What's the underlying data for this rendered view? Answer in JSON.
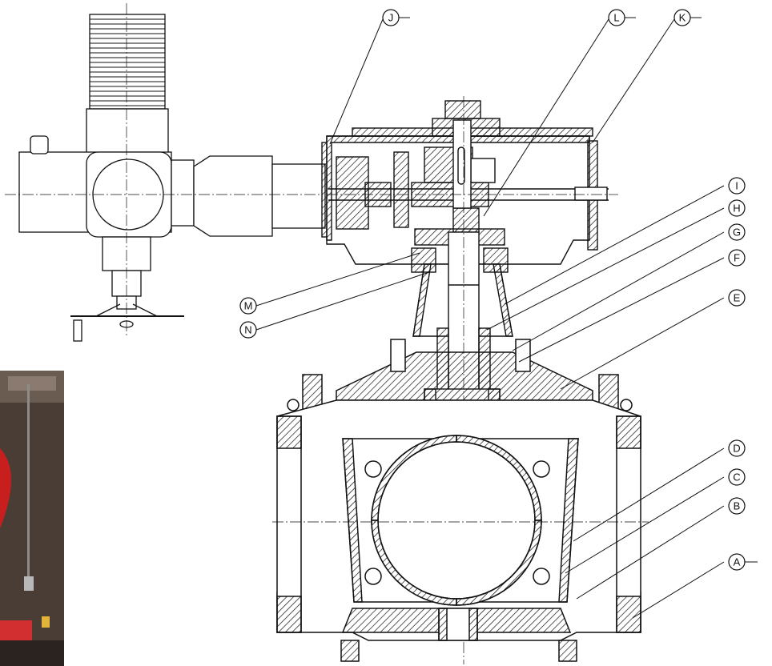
{
  "diagram": {
    "callouts": [
      {
        "id": "A",
        "text": "A"
      },
      {
        "id": "B",
        "text": "B"
      },
      {
        "id": "C",
        "text": "C"
      },
      {
        "id": "D",
        "text": "D"
      },
      {
        "id": "E",
        "text": "E"
      },
      {
        "id": "F",
        "text": "F"
      },
      {
        "id": "G",
        "text": "G"
      },
      {
        "id": "H",
        "text": "H"
      },
      {
        "id": "I",
        "text": "I"
      },
      {
        "id": "J",
        "text": "J"
      },
      {
        "id": "K",
        "text": "K"
      },
      {
        "id": "L",
        "text": "L"
      },
      {
        "id": "M",
        "text": "M"
      },
      {
        "id": "N",
        "text": "N"
      }
    ]
  },
  "colors": {
    "line": "#111111",
    "photo_dark": "#3a2f2a",
    "photo_red": "#c81e1e"
  }
}
